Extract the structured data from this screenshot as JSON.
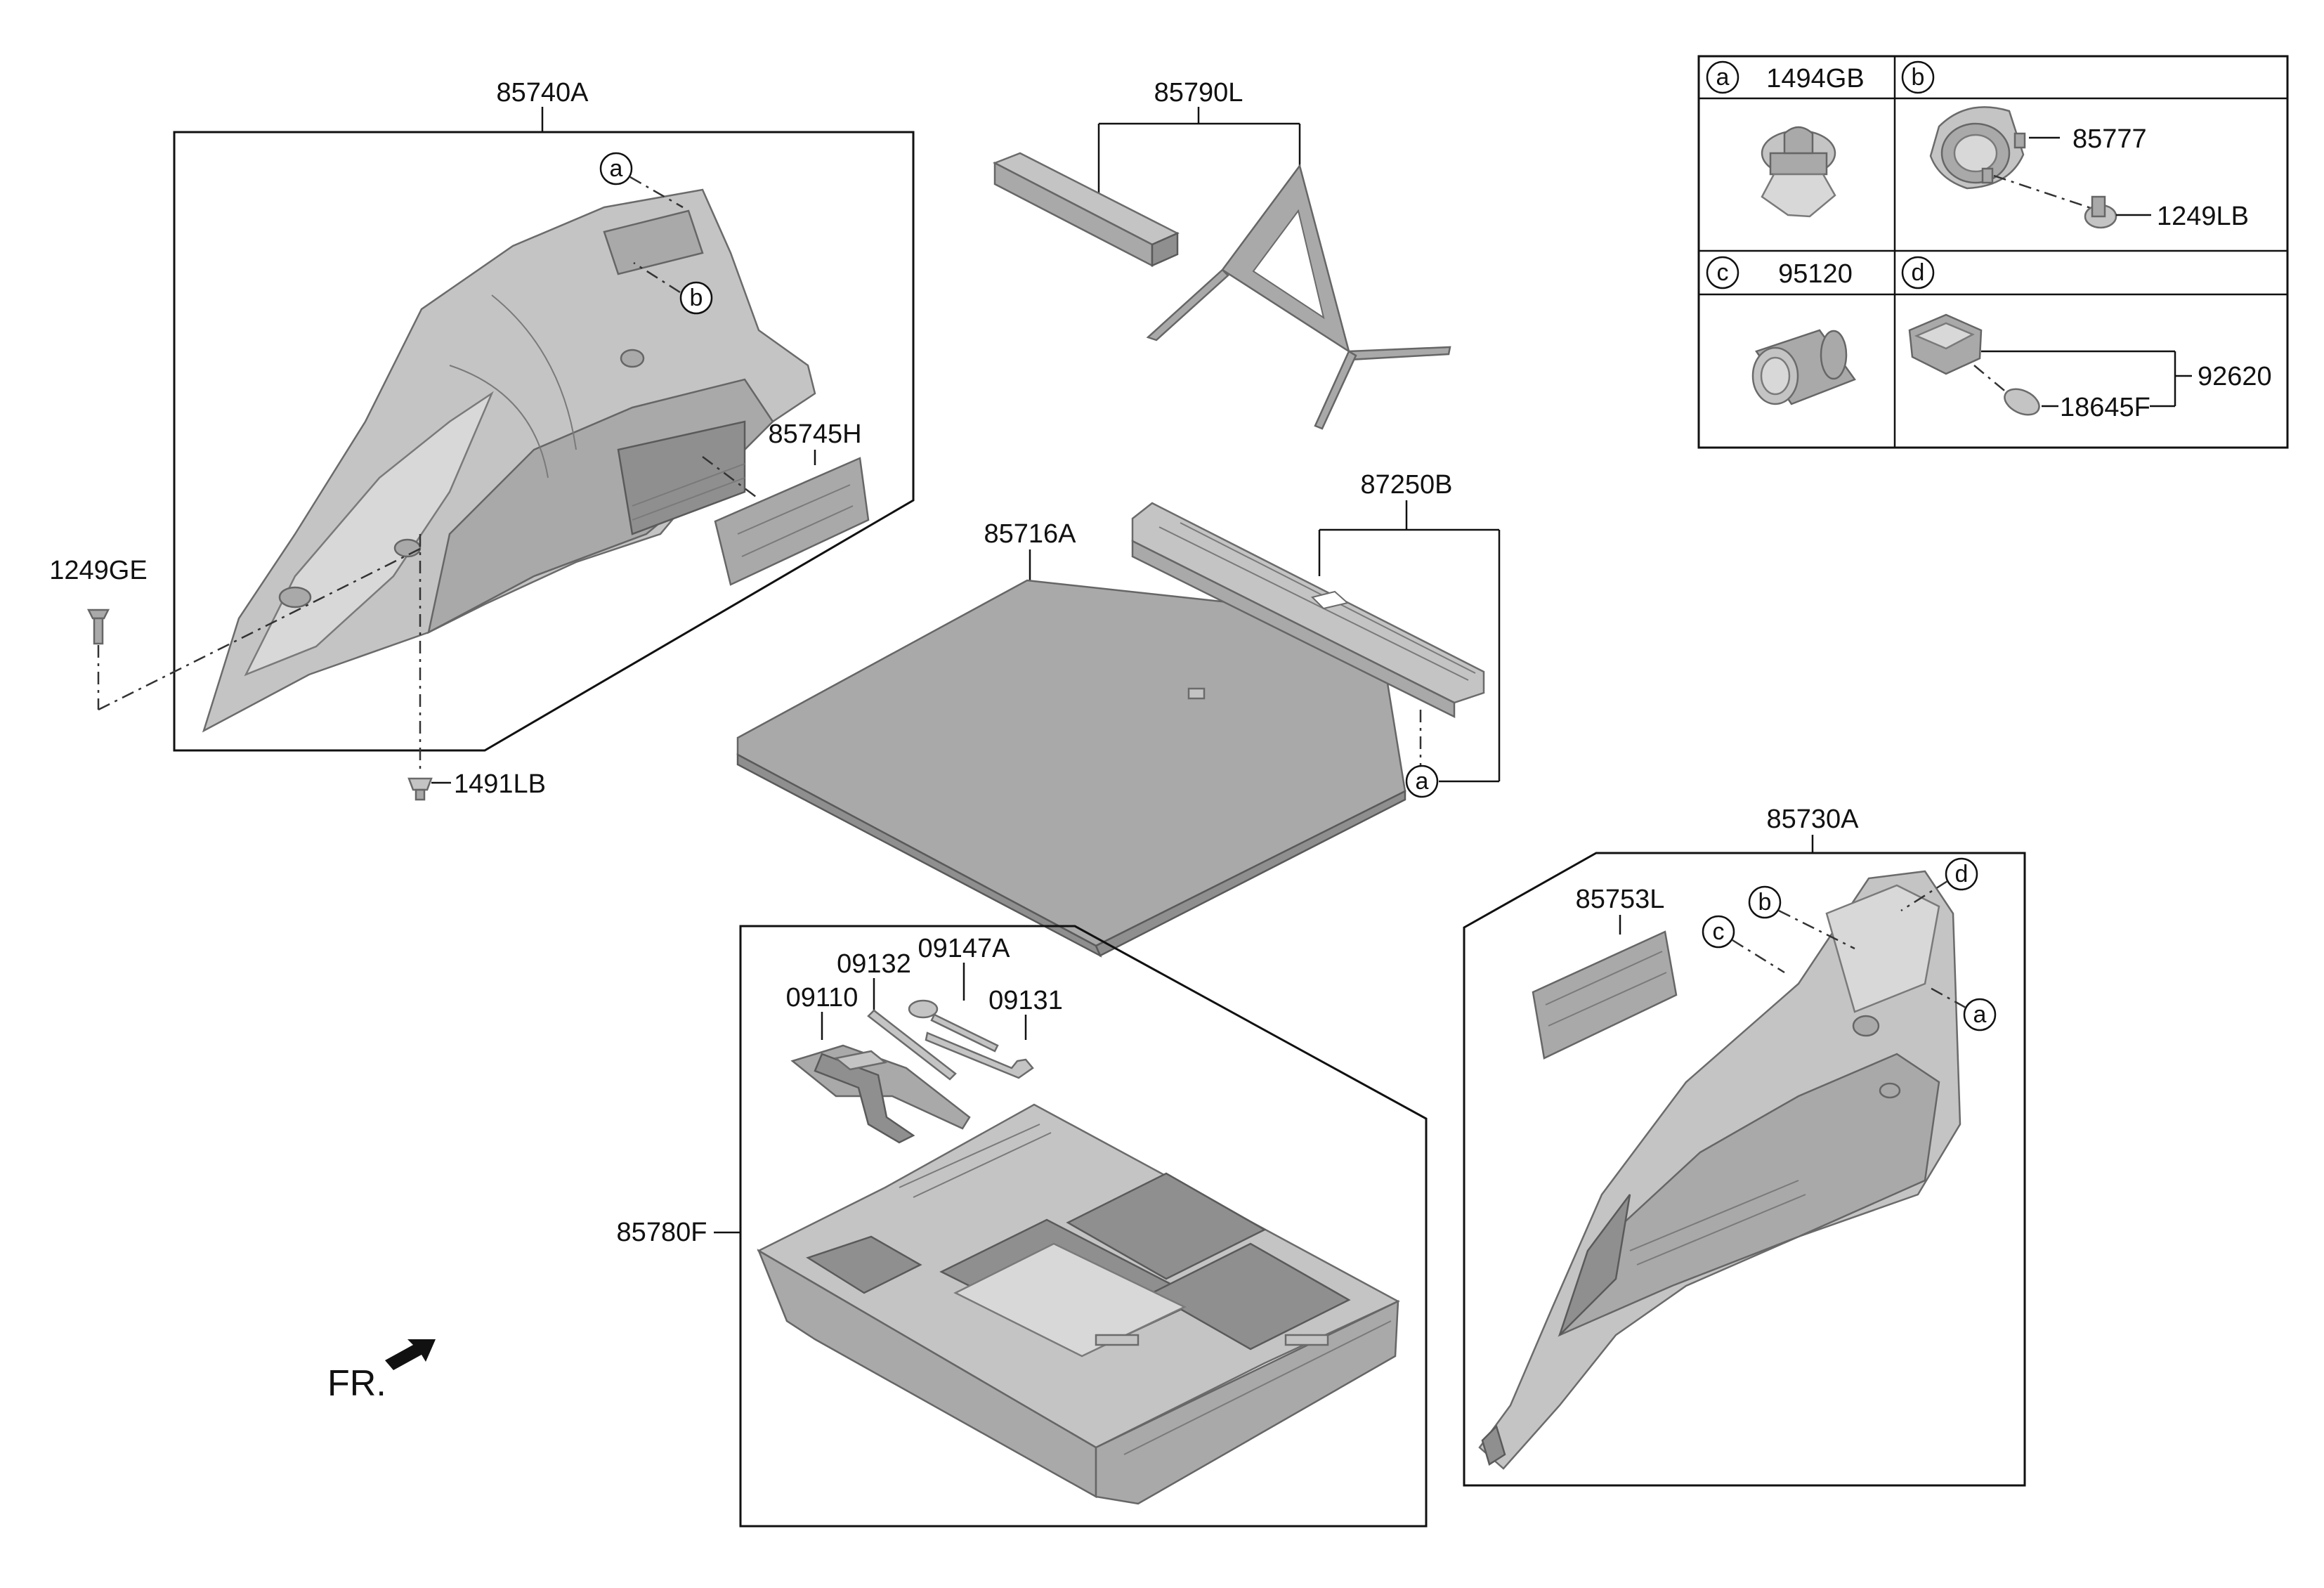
{
  "labels": {
    "quarter_trim_lh": "85740A",
    "warning_triangle": "85790L",
    "trim_pad": "85745H",
    "screw": "1249GE",
    "clip": "1491LB",
    "luggage_board": "85716A",
    "sill_plate": "87250B",
    "quarter_trim_rh": "85730A",
    "trim_cover": "85753L",
    "jack": "09110",
    "rod": "09132",
    "wrench": "09147A",
    "hook": "09131",
    "tray": "85780F",
    "front": "FR."
  },
  "legend": {
    "a": {
      "letter": "a",
      "part": "1494GB"
    },
    "b": {
      "letter": "b",
      "parts": [
        "85777",
        "1249LB"
      ]
    },
    "c": {
      "letter": "c",
      "part": "95120"
    },
    "d": {
      "letter": "d",
      "parts": [
        "92620",
        "18645F"
      ]
    }
  },
  "callouts": {
    "a": "a",
    "b": "b",
    "c": "c",
    "d": "d"
  },
  "colors": {
    "line": "#111111",
    "part_fill": "#a9a9a9",
    "background": "#ffffff"
  },
  "icons": [
    "front-arrow-icon"
  ]
}
